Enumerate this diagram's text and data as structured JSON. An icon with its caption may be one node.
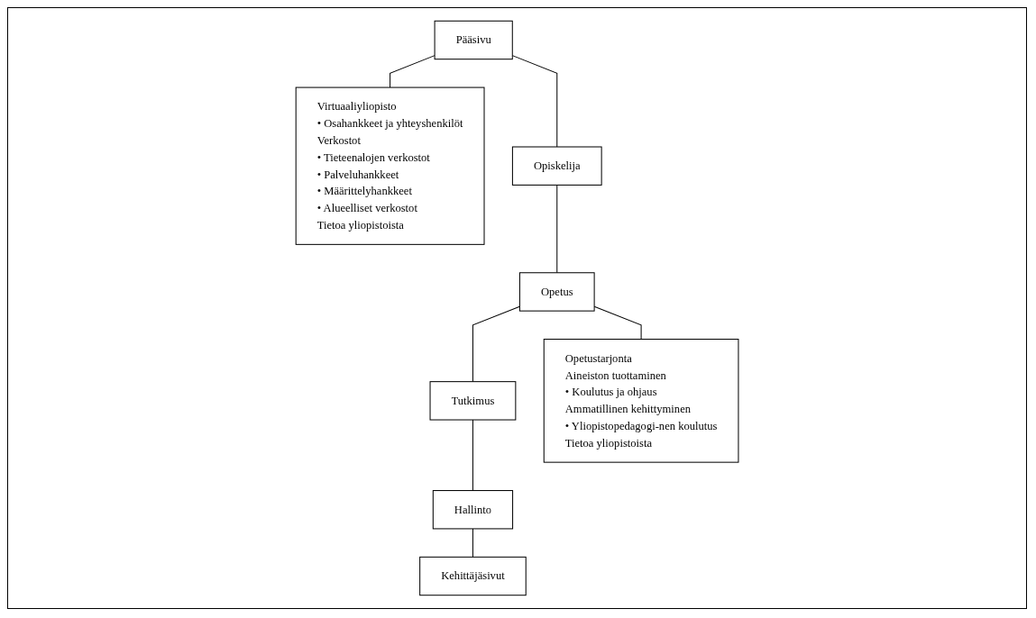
{
  "diagram": {
    "nodes": [
      {
        "text": [
          "Pääsivu"
        ]
      },
      {
        "text": [
          "Virtuaaliyliopisto",
          "• Osahankkeet ja yhteyshenkilöt",
          "Verkostot",
          "• Tieteenalojen verkostot",
          "• Palveluhankkeet",
          "• Määrittelyhankkeet",
          "• Alueelliset verkostot",
          "Tietoa yliopistoista"
        ]
      },
      {
        "text": [
          "Opiskelija"
        ]
      },
      {
        "text": [
          "Opetus"
        ]
      },
      {
        "text": [
          "Tutkimus"
        ]
      },
      {
        "text": [
          "Hallinto"
        ]
      },
      {
        "text": [
          "Kehittäjäsivut"
        ]
      },
      {
        "text": [
          "Opetustarjonta",
          "Aineiston tuottaminen",
          "• Koulutus ja ohjaus",
          "Ammatillinen kehittyminen",
          "• Yliopistopedagogi-nen koulutus",
          "Tietoa yliopistoista"
        ]
      }
    ],
    "edges": [
      {
        "from": 0,
        "to": 1,
        "arrow": "none"
      },
      {
        "from": 0,
        "to": 2,
        "arrow": "none"
      },
      {
        "from": 2,
        "to": 3,
        "arrow": "none"
      },
      {
        "from": 3,
        "to": 7,
        "arrow": "none"
      },
      {
        "from": 3,
        "to": 4,
        "arrow": "none"
      },
      {
        "from": 4,
        "to": 5,
        "arrow": "none"
      },
      {
        "from": 5,
        "to": 6,
        "arrow": "none"
      }
    ]
  }
}
